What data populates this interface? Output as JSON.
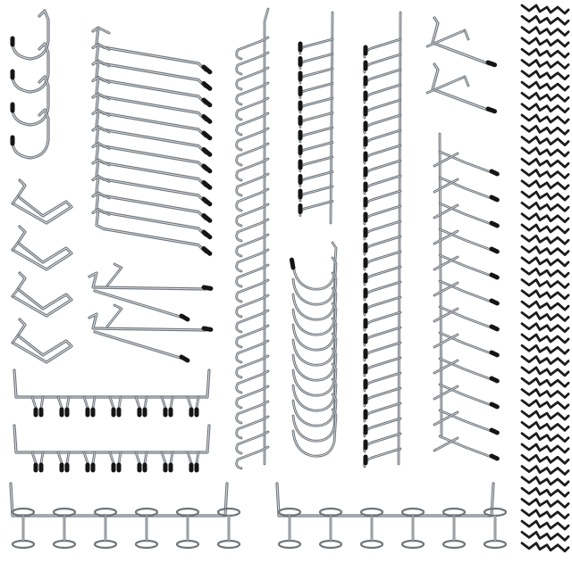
{
  "colors": {
    "background": "#ffffff",
    "steel": "#9aa0a6",
    "steel_dark": "#6f757b",
    "steel_light": "#d5d9dd",
    "rubber_tip": "#151515",
    "lock_clip": "#1c1c1c"
  },
  "groups": [
    {
      "id": "small-j-hooks",
      "icon": "j-hook-icon",
      "count": 4
    },
    {
      "id": "long-single-hooks",
      "icon": "long-hook-icon",
      "count": 12
    },
    {
      "id": "v-shape-hooks",
      "icon": "v-hook-icon",
      "count": 4
    },
    {
      "id": "double-prong-hooks",
      "icon": "double-hook-icon",
      "count": 2
    },
    {
      "id": "straight-hooks-column-a",
      "icon": "straight-hook-icon",
      "count": 28
    },
    {
      "id": "short-tipped-hooks",
      "icon": "tipped-hook-icon",
      "count": 12
    },
    {
      "id": "curved-j-hooks",
      "icon": "curved-hook-icon",
      "count": 12
    },
    {
      "id": "straight-hooks-column-b",
      "icon": "tipped-hook-icon",
      "count": 28
    },
    {
      "id": "double-arm-hooks",
      "icon": "double-arm-hook-icon",
      "count": 2
    },
    {
      "id": "double-arm-hooks-column",
      "icon": "double-arm-hook-icon",
      "count": 12
    },
    {
      "id": "multi-prong-bars",
      "icon": "multi-prong-bar-icon",
      "count": 2
    },
    {
      "id": "ring-holder-bars",
      "icon": "ring-holder-icon",
      "count": 2
    },
    {
      "id": "peg-lock-clips",
      "icon": "lock-clip-icon",
      "count": 50
    }
  ]
}
